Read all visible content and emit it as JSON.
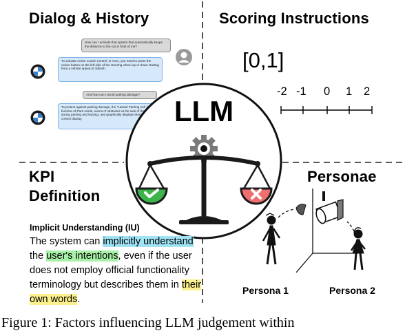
{
  "quadrants": {
    "dialog_title": "Dialog & History",
    "scoring_title": "Scoring Instructions",
    "kpi_title_line1": "KPI",
    "kpi_title_line2": "Definition",
    "personae_title": "Personae"
  },
  "dialog": {
    "messages": [
      {
        "role": "user",
        "text": "How can I activate that system that automatically keeps the distance to the car in front of me?"
      },
      {
        "role": "bot",
        "text": "To activate Active Cruise Control, or ACC, you need to press the rocker button on the left side of the steering wheel up or down starting from a vehicle speed of 30km/h."
      },
      {
        "role": "user",
        "text": "And how can I avoid parking damage?"
      },
      {
        "role": "bot",
        "text": "To protect against parking damage, the \"Lateral Parking Aid\" is a sub-function of Park Assist, warns of obstacles at the side of the vehicle during parking and leaving, and graphically displays them on the control display."
      }
    ]
  },
  "scoring": {
    "range_label": "[0,1]",
    "scale_labels": [
      "-2",
      "-1",
      "0",
      "1",
      "2"
    ]
  },
  "center": {
    "label": "LLM"
  },
  "kpi": {
    "heading": "Implicit Understanding (IU)",
    "seg1": "The system can ",
    "seg2": "implicitly understand",
    "seg3": "the ",
    "seg4": "user's intentions",
    "seg5": ", even if the user does not employ official functionality terminology but describes them in ",
    "seg6": "their own words",
    "seg7": "."
  },
  "personae": {
    "persona1": "Persona 1",
    "persona2": "Persona 2"
  },
  "caption_fragment": "Figure 1: Factors influencing LLM judgement within"
}
